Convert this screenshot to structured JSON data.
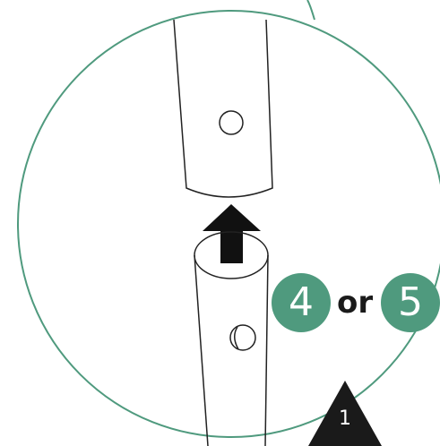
{
  "option_a": "4",
  "connector": "or",
  "option_b": "5",
  "marker_label": "1",
  "colors": {
    "accent": "#4f9a7e",
    "line": "#222222",
    "circle_outline": "#4f9a7e",
    "marker": "#1a1a1a"
  },
  "icons": [
    "up-arrow-icon",
    "warning-triangle-icon"
  ]
}
